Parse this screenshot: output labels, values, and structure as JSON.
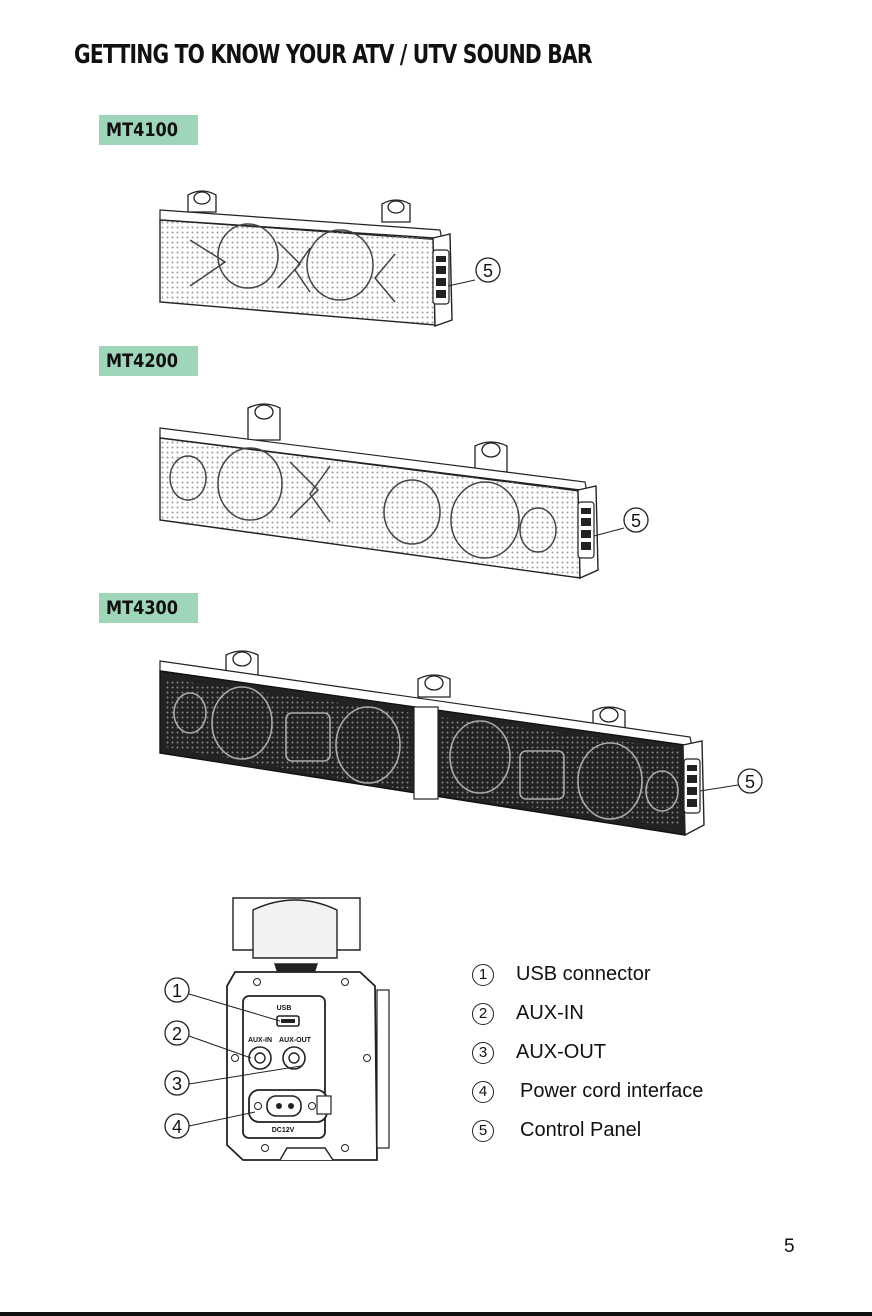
{
  "page": {
    "title": "GETTING TO KNOW YOUR ATV / UTV SOUND BAR",
    "page_number": "5"
  },
  "models": [
    {
      "name": "MT4100",
      "callout": "5"
    },
    {
      "name": "MT4200",
      "callout": "5"
    },
    {
      "name": "MT4300",
      "callout": "5"
    }
  ],
  "panel": {
    "port_labels": {
      "usb": "USB",
      "aux_in": "AUX-IN",
      "aux_out": "AUX-OUT",
      "dc": "DC12V"
    },
    "callouts": [
      "1",
      "2",
      "3",
      "4"
    ]
  },
  "legend": [
    {
      "num": "1",
      "label": "USB connector"
    },
    {
      "num": "2",
      "label": "AUX-IN"
    },
    {
      "num": "3",
      "label": "AUX-OUT"
    },
    {
      "num": "4",
      "label": "Power cord interface"
    },
    {
      "num": "5",
      "label": "Control Panel"
    }
  ]
}
